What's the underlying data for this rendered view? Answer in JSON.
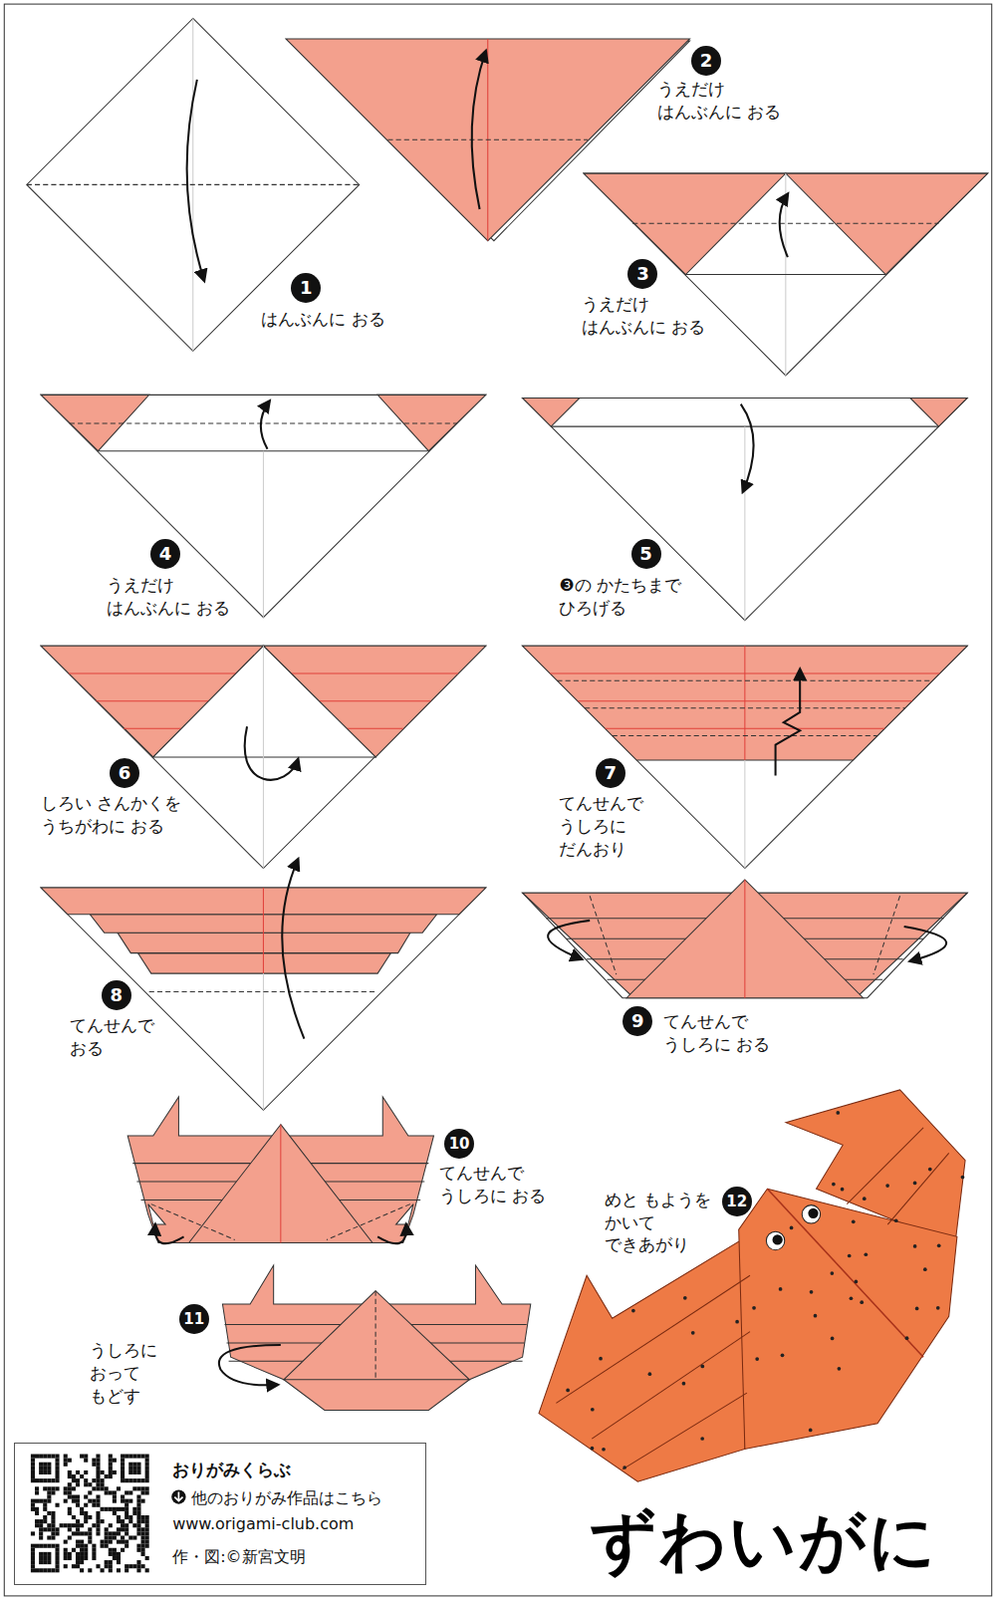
{
  "diagram": {
    "title": "ずわいがに",
    "nodes": [
      {
        "text": [
          "おりがみくらぶ",
          "他のおりがみ作品はこちら",
          "www.origami-club.com",
          "作・図:©新宮文明"
        ]
      }
    ],
    "labels": [
      "1",
      "はんぶんに おる",
      "2",
      "うえだけ はんぶんに おる",
      "3",
      "うえだけ はんぶんに おる",
      "4",
      "うえだけ はんぶんに おる",
      "5",
      "❸の かたちまで ひろげる",
      "6",
      "しろい さんかくを うちがわに おる",
      "7",
      "てんせんで うしろに だんおり",
      "8",
      "てんせんで おる",
      "9",
      "てんせんで うしろに おる",
      "10",
      "てんせんで うしろに おる",
      "11",
      "うしろに おって もどす",
      "12",
      "めと もようを かいて できあがり"
    ]
  }
}
